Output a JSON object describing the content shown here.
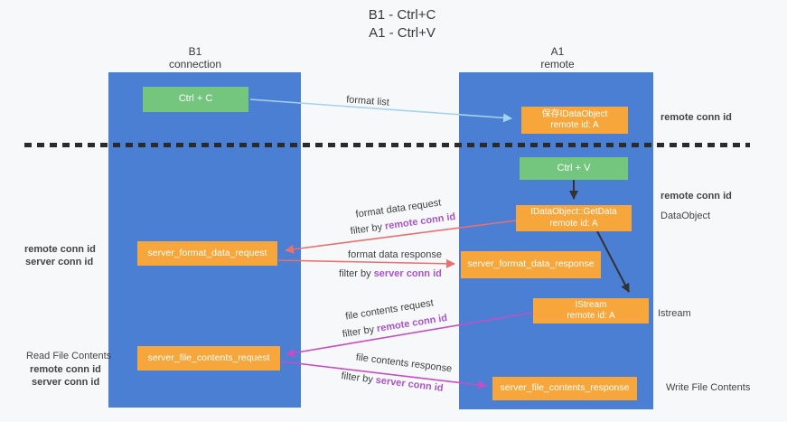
{
  "title": {
    "line1": "B1 - Ctrl+C",
    "line2": "A1 - Ctrl+V"
  },
  "lanes": {
    "left": {
      "name": "B1",
      "role": "connection"
    },
    "right": {
      "name": "A1",
      "role": "remote"
    }
  },
  "nodes": {
    "ctrl_c": {
      "label": "Ctrl + C"
    },
    "ctrl_v": {
      "label": "Ctrl + V"
    },
    "saved_dataobject": {
      "line1": "保存IDataObject",
      "line2": "remote id: A"
    },
    "getdata": {
      "line1": "IDataObject::GetData",
      "line2": "remote id: A"
    },
    "istream": {
      "line1": "IStream",
      "line2": "remote id: A"
    },
    "server_format_data_request": {
      "label": "server_format_data_request"
    },
    "server_format_data_response": {
      "label": "server_format_data_response"
    },
    "server_file_contents_request": {
      "label": "server_file_contents_request"
    },
    "server_file_contents_response": {
      "label": "server_file_contents_response"
    }
  },
  "arrow_labels": {
    "format_list": "format list",
    "format_data_request": "format data request",
    "format_data_request_filter": {
      "prefix": "filter by ",
      "key": "remote conn id"
    },
    "format_data_response": "format data response",
    "format_data_response_filter": {
      "prefix": "filter by ",
      "key": "server conn id"
    },
    "file_contents_request": "file contents request",
    "file_contents_request_filter": {
      "prefix": "filter by ",
      "key": "remote conn id"
    },
    "file_contents_response": "file contents response",
    "file_contents_response_filter": {
      "prefix": "filter by ",
      "key": "server conn id"
    }
  },
  "side_labels": {
    "right_top_remote_conn_id": "remote conn id",
    "right_mid_remote_conn_id": "remote conn id",
    "right_dataobject": "DataObject",
    "right_istream": "Istream",
    "right_write_file_contents": "Write File Contents",
    "left_mid_remote_conn_id": "remote conn id",
    "left_mid_server_conn_id": "server conn id",
    "left_read_file_contents": "Read File Contents",
    "left_bottom_remote_conn_id": "remote conn id",
    "left_bottom_server_conn_id": "server conn id"
  },
  "colors": {
    "lane_blue": "#4a7fd3",
    "node_orange": "#f6a63b",
    "node_green": "#74c67e",
    "arrow_light_blue": "#a5d2ee",
    "arrow_red": "#e87070",
    "arrow_magenta": "#c44fc4",
    "arrow_black": "#333333",
    "label_purple": "#a855c8",
    "label_green": "#5cb860",
    "text_dark": "#3f3f3f",
    "background": "#f7f8f9"
  }
}
